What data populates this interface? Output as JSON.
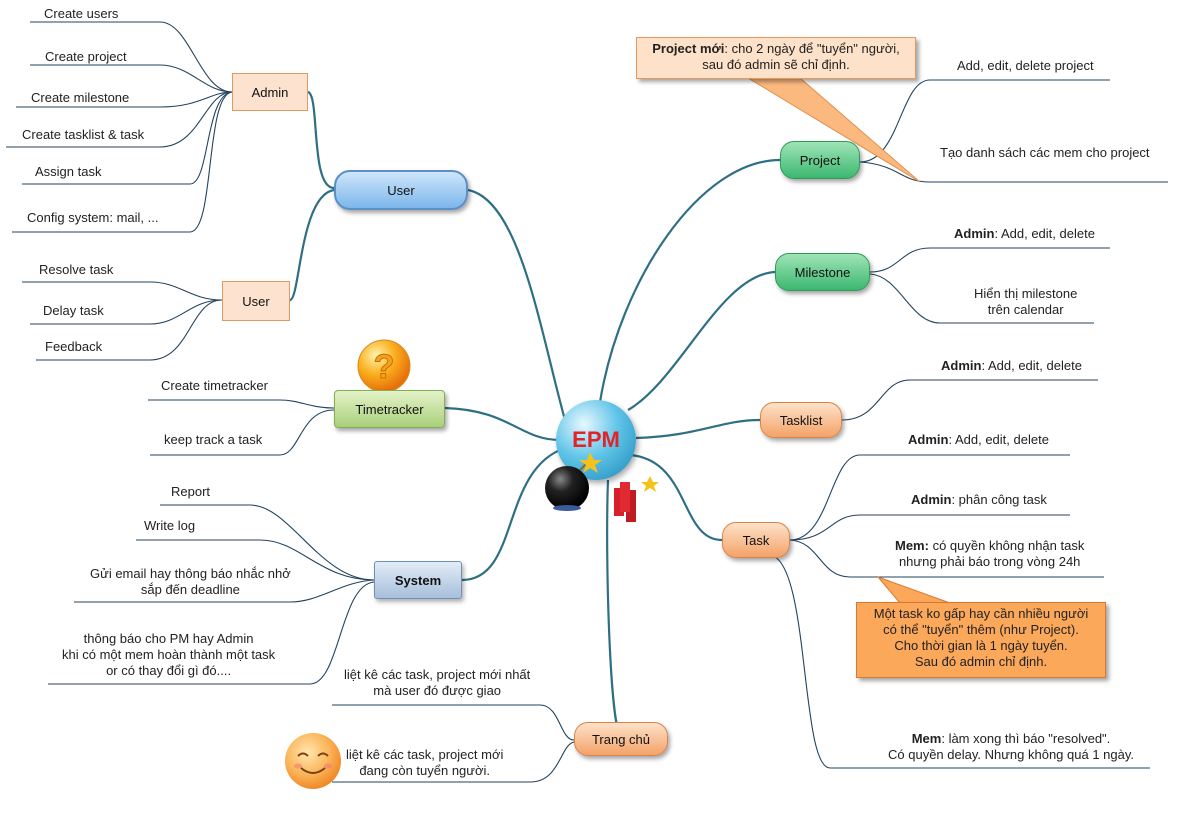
{
  "center": {
    "label": "EPM"
  },
  "user_branch": {
    "label": "User",
    "admin": {
      "label": "Admin",
      "items": [
        "Create users",
        "Create project",
        "Create milestone",
        "Create tasklist & task",
        "Assign task",
        "Config system: mail, ..."
      ]
    },
    "user": {
      "label": "User",
      "items": [
        "Resolve task",
        "Delay task",
        "Feedback"
      ]
    }
  },
  "timetracker": {
    "label": "Timetracker",
    "items": [
      "Create timetracker",
      "keep track a task"
    ]
  },
  "system": {
    "label": "System",
    "items": [
      "Report",
      "Write log",
      "Gửi email hay thông báo nhắc nhở\nsắp đến deadline",
      "thông báo cho PM hay Admin\nkhi có một mem hoàn thành một task\nor có thay đổi gì đó...."
    ]
  },
  "trang_chu": {
    "label": "Trang chủ",
    "items": [
      "liệt kê các task, project mới nhất\nmà user đó được giao",
      "liệt kê các task, project mới\nđang còn tuyển người."
    ]
  },
  "project": {
    "label": "Project",
    "items": [
      "Add, edit, delete project",
      "Tạo danh sách các mem cho project"
    ],
    "callout": {
      "bold": "Project mới",
      "text": ": cho 2 ngày để \"tuyển\" người,",
      "line2": "sau đó admin sẽ chỉ định."
    }
  },
  "milestone": {
    "label": "Milestone",
    "items": [
      {
        "bold": "Admin",
        "text": ": Add, edit, delete"
      },
      {
        "bold": "",
        "text": "Hiển thị milestone\ntrên calendar"
      }
    ]
  },
  "tasklist": {
    "label": "Tasklist",
    "items": [
      {
        "bold": "Admin",
        "text": ": Add, edit, delete"
      }
    ]
  },
  "task": {
    "label": "Task",
    "items": [
      {
        "bold": "Admin",
        "text": ": Add, edit, delete"
      },
      {
        "bold": "Admin",
        "text": ": phân công task"
      },
      {
        "bold": "Mem:",
        "text": " có quyền không nhận task\nnhưng phải báo trong vòng 24h"
      },
      {
        "bold": "Mem",
        "text": ": làm xong thì báo \"resolved\".\nCó quyền delay. Nhưng không quá 1 ngày."
      }
    ],
    "callout": "Một task ko gấp hay cần nhiều người\ncó thể \"tuyển\" thêm (như Project).\nCho thời gian là 1 ngày tuyển.\nSau đó admin chỉ định."
  },
  "colors": {
    "link": "#2f6f84",
    "leaf_link": "#1f3f5a"
  }
}
